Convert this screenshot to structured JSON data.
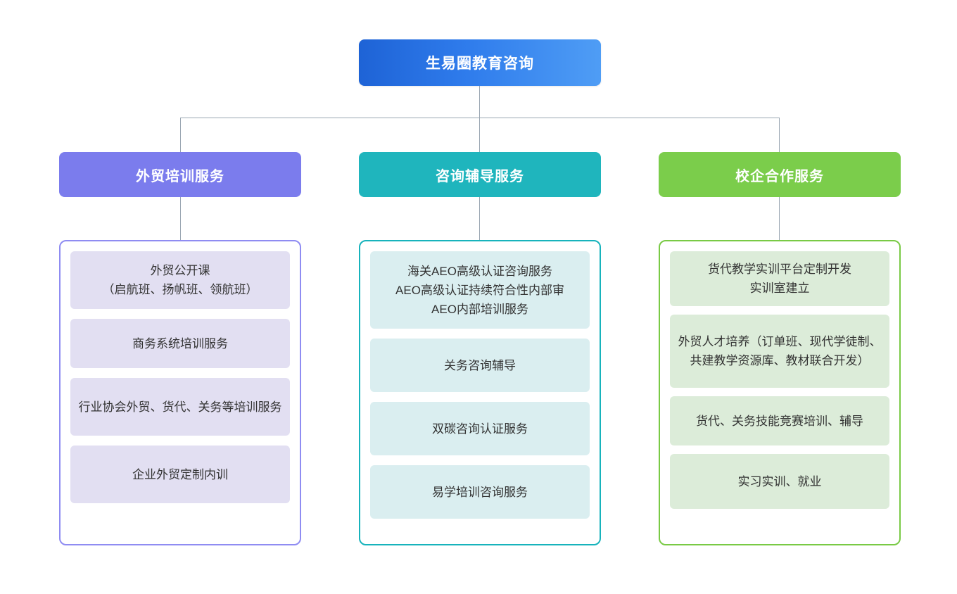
{
  "diagram": {
    "type": "organization-tree",
    "root": {
      "label": "生易圈教育咨询",
      "color": "#2f7cec"
    },
    "connector_color": "#9aa6b2",
    "branches": [
      {
        "header": "外贸培训服务",
        "header_color": "#7b7ced",
        "border_color": "#8f8cf2",
        "chip_color": "#e2dff2",
        "items": [
          "外贸公开课\n（启航班、扬帆班、领航班）",
          "商务系统培训服务",
          "行业协会外贸、货代、关务等培训服务",
          "企业外贸定制内训"
        ]
      },
      {
        "header": "咨询辅导服务",
        "header_color": "#1fb5bd",
        "border_color": "#17b3bc",
        "chip_color": "#daeef0",
        "items": [
          "海关AEO高级认证咨询服务\nAEO高级认证持续符合性内部审\nAEO内部培训服务",
          "关务咨询辅导",
          "双碳咨询认证服务",
          "易学培训咨询服务"
        ]
      },
      {
        "header": "校企合作服务",
        "header_color": "#7bcd4b",
        "border_color": "#79ca45",
        "chip_color": "#dcecd9",
        "items": [
          "货代教学实训平台定制开发\n实训室建立",
          "外贸人才培养（订单班、现代学徒制、共建教学资源库、教材联合开发）",
          "货代、关务技能竞赛培训、辅导",
          "实习实训、就业"
        ]
      }
    ]
  }
}
